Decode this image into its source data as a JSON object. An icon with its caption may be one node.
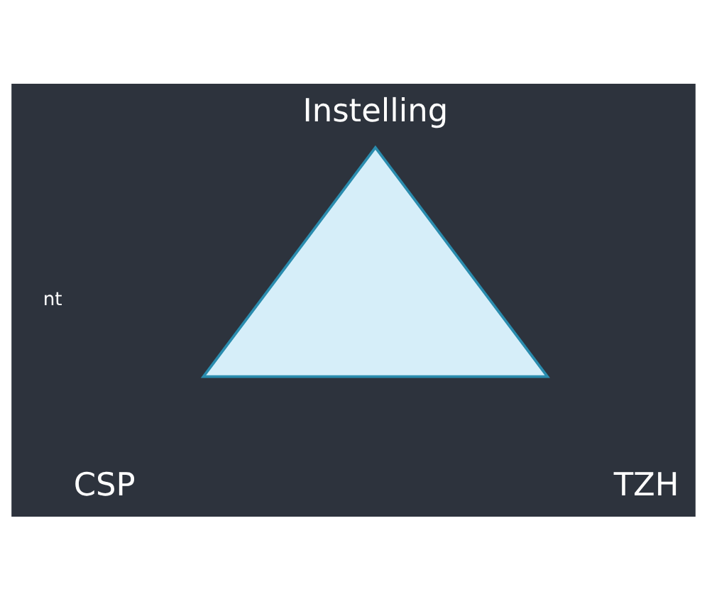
{
  "diagram": {
    "nodes": [
      {
        "text": [],
        "shape": "triangle"
      }
    ],
    "edges": [],
    "labels": [
      "Instelling",
      "nt",
      "CSP",
      "TZH"
    ]
  }
}
